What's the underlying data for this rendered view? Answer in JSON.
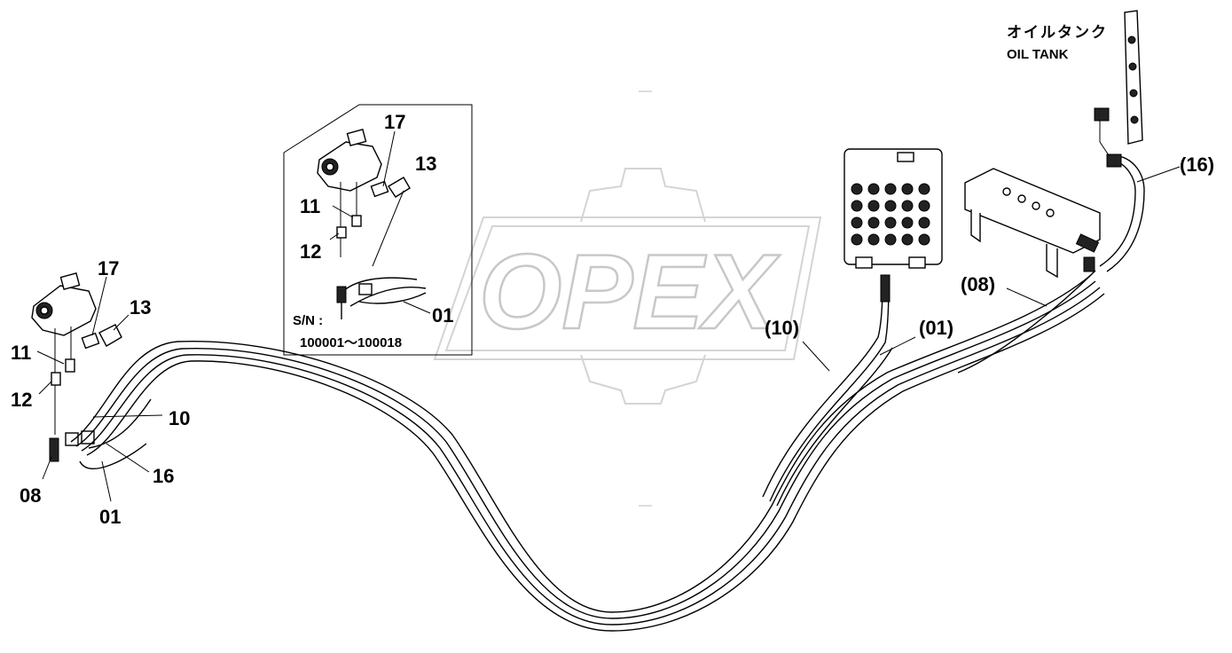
{
  "watermark": "OPEX",
  "oil_tank": {
    "jp": "オイルタンク",
    "en": "OIL TANK"
  },
  "inset": {
    "sn_label": "S/N :",
    "sn_range": "100001～100018",
    "labels": {
      "l17": "17",
      "l13": "13",
      "l11": "11",
      "l12": "12",
      "l01": "01"
    }
  },
  "left_group": {
    "labels": {
      "l17": "17",
      "l13": "13",
      "l11": "11",
      "l12": "12",
      "l10": "10",
      "l16": "16",
      "l08": "08",
      "l01": "01"
    }
  },
  "right_group": {
    "labels": {
      "l16": "(16)",
      "l08": "(08)",
      "l10": "(10)",
      "l01": "(01)"
    }
  }
}
